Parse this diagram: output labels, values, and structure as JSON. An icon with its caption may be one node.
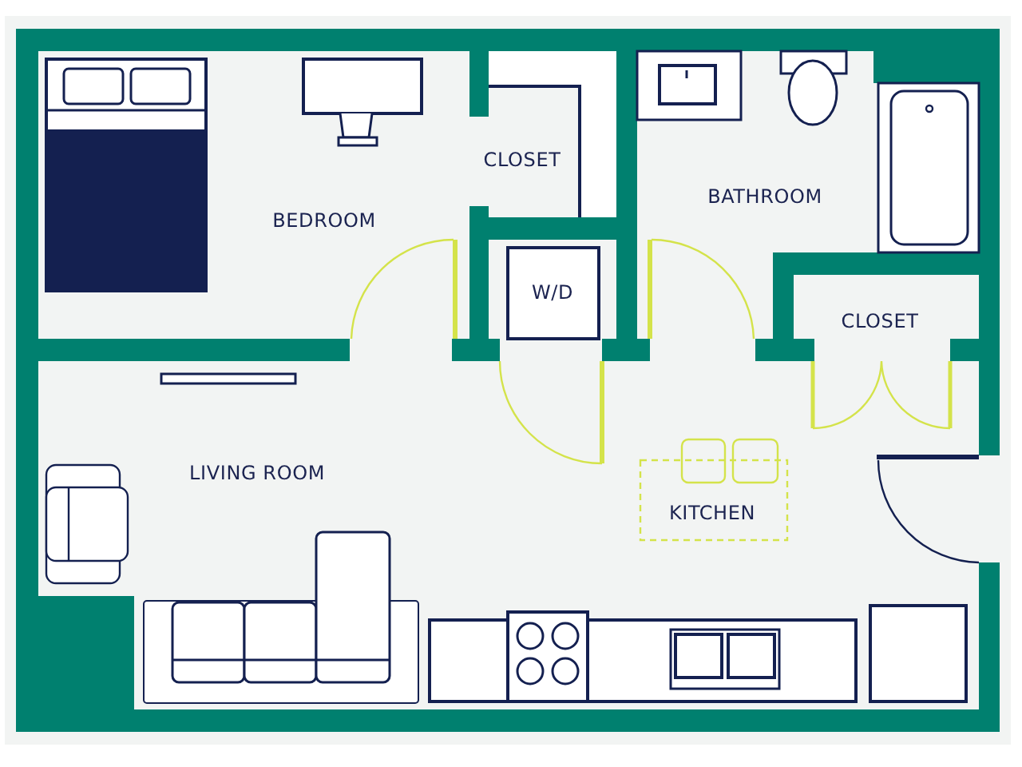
{
  "diagram": {
    "labels": [
      "CLOSET",
      "BATHROOM",
      "BEDROOM",
      "W/D",
      "CLOSET",
      "LIVING ROOM",
      "KITCHEN"
    ]
  }
}
